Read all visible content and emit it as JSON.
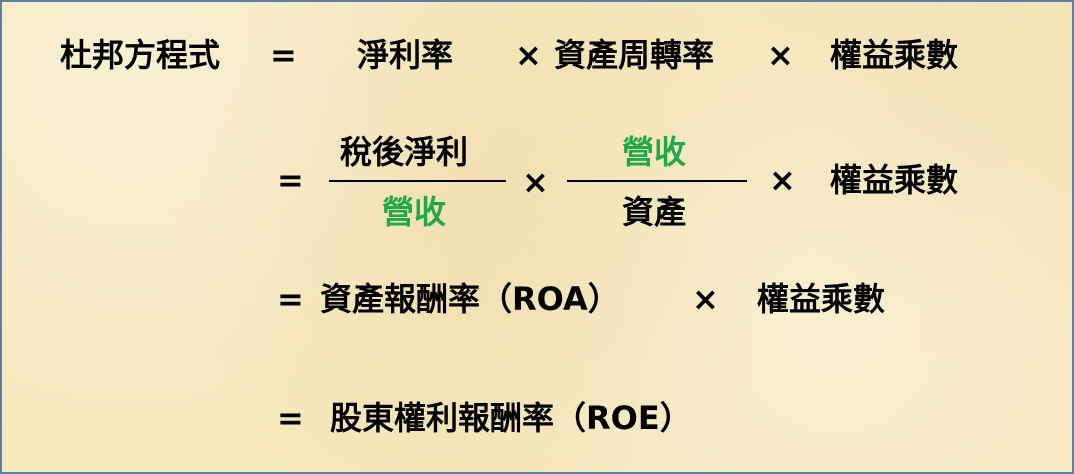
{
  "formula": {
    "row1": {
      "lhs": "杜邦方程式",
      "eq": "=",
      "term1": "淨利率",
      "times1": "×",
      "term2": "資產周轉率",
      "times2": "×",
      "term3": "權益乘數"
    },
    "row2": {
      "eq": "=",
      "frac1": {
        "numerator": "稅後淨利",
        "denominator": "營收"
      },
      "times1": "×",
      "frac2": {
        "numerator": "營收",
        "denominator": "資產"
      },
      "times2": "×",
      "term3": "權益乘數"
    },
    "row3": {
      "eq": "=",
      "term1": "資產報酬率（ROA）",
      "times": "×",
      "term2": "權益乘數"
    },
    "row4": {
      "eq": "=",
      "term": "股東權利報酬率（ROE）"
    }
  },
  "colors": {
    "highlight": "#22a84a",
    "text": "#000000",
    "border": "#5b7fa6",
    "background": "#f6e8bd"
  }
}
